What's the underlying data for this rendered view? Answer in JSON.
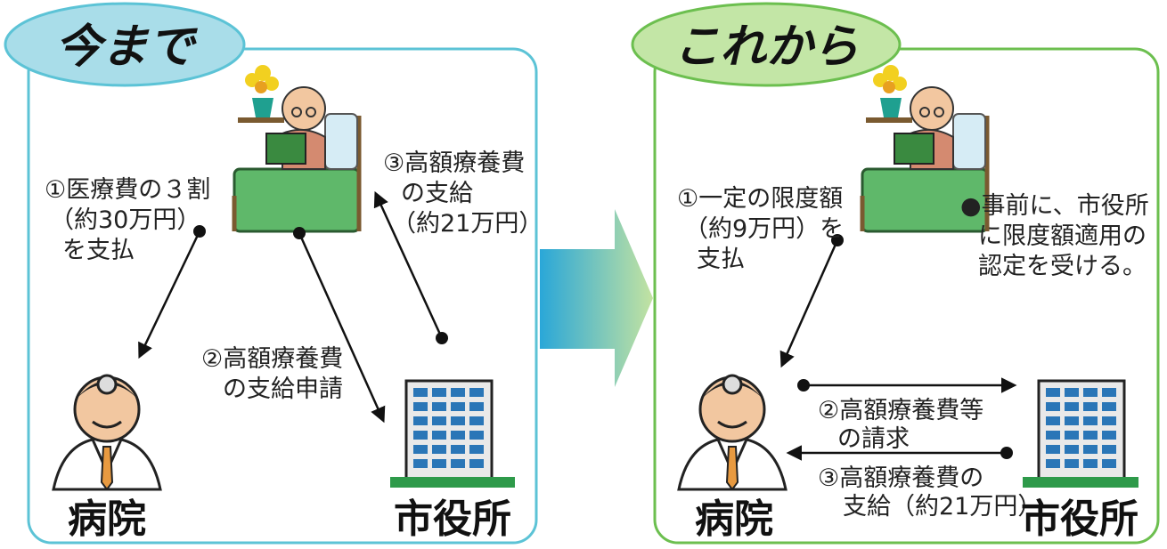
{
  "colors": {
    "before_accent": "#5cc3d6",
    "before_tab": "#a9dde9",
    "after_accent": "#6cbf4f",
    "after_tab": "#c3e6a6",
    "arrow_start": "#2aa7d8",
    "arrow_end": "#c3e3a1"
  },
  "icons": [
    "patient-in-bed-icon",
    "doctor-icon",
    "city-hall-building-icon",
    "flower-pot-icon"
  ],
  "before": {
    "title": "今まで",
    "step1": [
      "①医療費の３割",
      "（約30万円）",
      "を支払"
    ],
    "step2": [
      "②高額療養費",
      "の支給申請"
    ],
    "step3": [
      "③高額療養費",
      "の支給",
      "（約21万円）"
    ],
    "hospital_label": "病院",
    "city_label": "市役所"
  },
  "after": {
    "title": "これから",
    "step1": [
      "①一定の限度額",
      "（約9万円）を",
      "支払"
    ],
    "note": [
      "●事前に、市役所",
      "に限度額適用の",
      "認定を受ける。"
    ],
    "step2": [
      "②高額療養費等",
      "の請求"
    ],
    "step3": [
      "③高額療養費の",
      "支給（約21万円）"
    ],
    "hospital_label": "病院",
    "city_label": "市役所"
  }
}
